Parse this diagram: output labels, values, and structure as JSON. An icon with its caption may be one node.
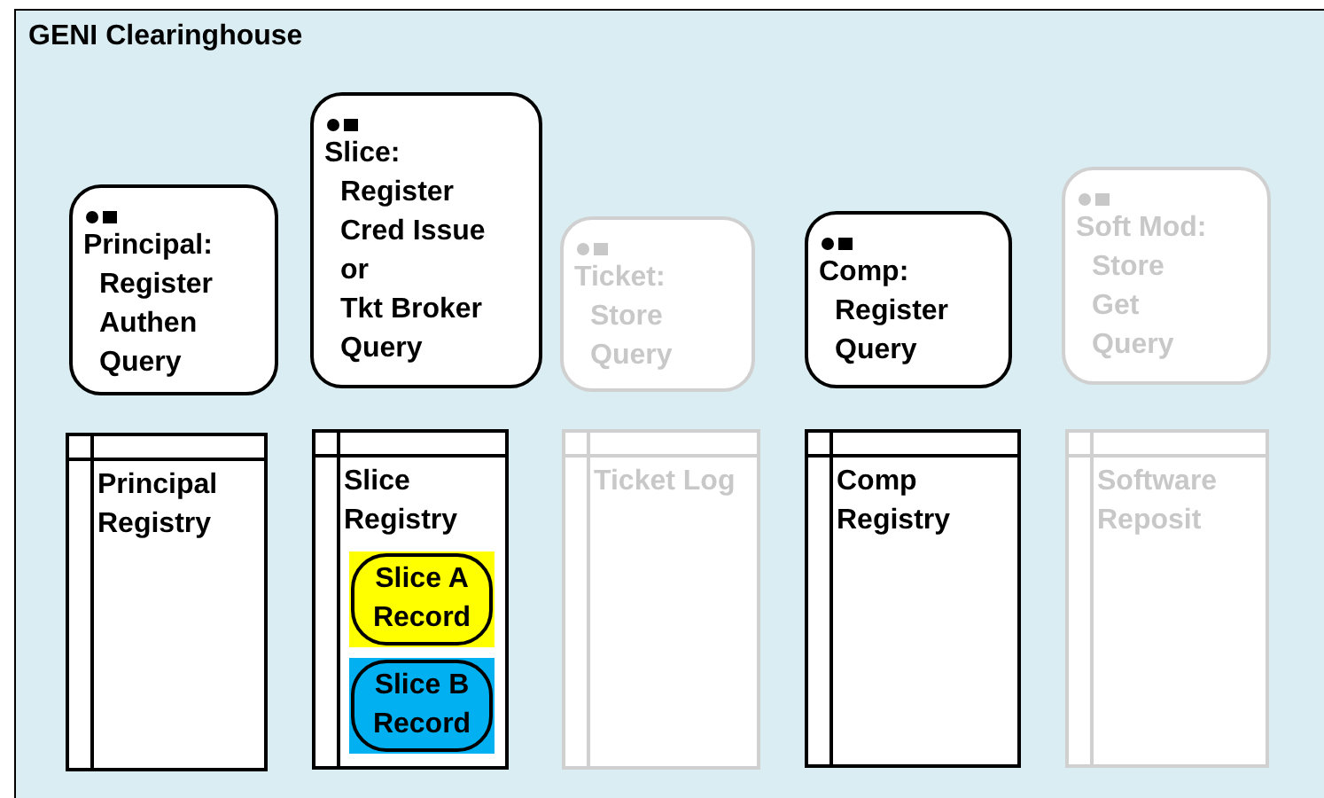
{
  "diagram": {
    "nodes": [
      {
        "text": [
          "GENI Clearinghouse"
        ]
      },
      {
        "text": [
          "Principal:",
          "Register",
          "Authen",
          "Query"
        ],
        "in": 0
      },
      {
        "text": [
          "Slice:",
          "Register",
          "Cred Issue",
          "or",
          "Tkt Broker",
          "Query"
        ],
        "in": 0
      },
      {
        "text": [
          "Ticket:",
          "Store",
          "Query"
        ],
        "in": 0
      },
      {
        "text": [
          "Comp:",
          "Register",
          "Query"
        ],
        "in": 0
      },
      {
        "text": [
          "Soft Mod:",
          "Store",
          "Get",
          "Query"
        ],
        "in": 0
      },
      {
        "text": [
          "Principal Registry"
        ],
        "in": 0
      },
      {
        "text": [
          "Slice Registry"
        ],
        "in": 0
      },
      {
        "text": [
          "Slice A Record"
        ],
        "in": 7
      },
      {
        "text": [
          "Slice B Record"
        ],
        "in": 7
      },
      {
        "text": [
          "Ticket Log"
        ],
        "in": 0
      },
      {
        "text": [
          "Comp Registry"
        ],
        "in": 0
      },
      {
        "text": [
          "Software Reposit"
        ],
        "in": 0
      }
    ]
  }
}
